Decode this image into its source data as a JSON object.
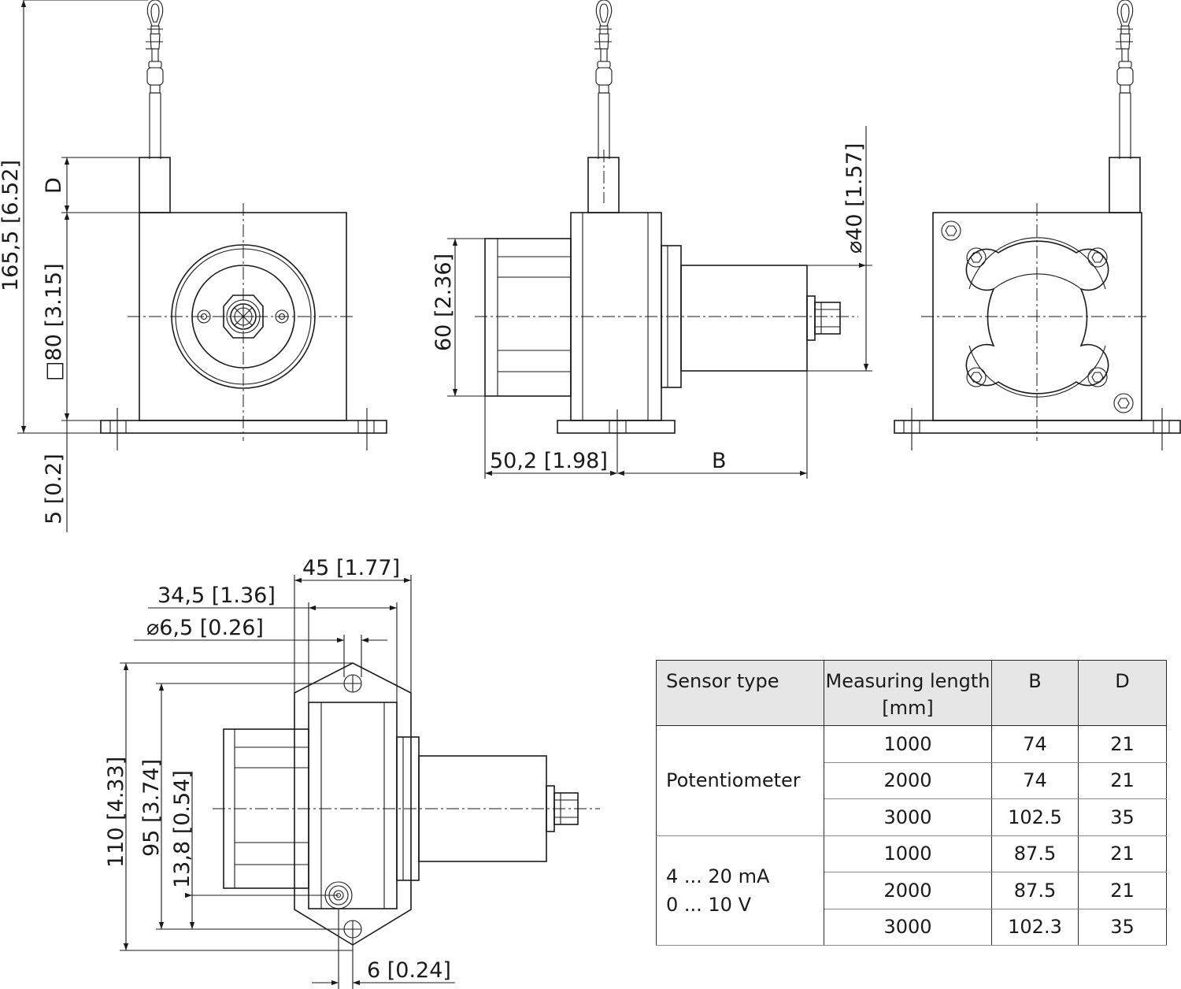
{
  "dimensions": {
    "front": {
      "total_height": "165,5 [6.52]",
      "d": "D",
      "square": "□80 [3.15]",
      "base": "5 [0.2]"
    },
    "side": {
      "height": "60 [2.36]",
      "diameter": "⌀40 [1.57]",
      "offset": "50,2 [1.98]",
      "b": "B"
    },
    "top": {
      "width_45": "45 [1.77]",
      "width_34": "34,5 [1.36]",
      "hole": "⌀6,5 [0.26]",
      "h110": "110 [4.33]",
      "h95": "95 [3.74]",
      "h13": "13,8 [0.54]",
      "w6": "6 [0.24]"
    }
  },
  "table": {
    "headers": {
      "sensor_type": "Sensor type",
      "measuring_length_1": "Measuring length",
      "measuring_length_2": "[mm]",
      "b": "B",
      "d": "D"
    },
    "groups": [
      {
        "type_lines": [
          "Potentiometer"
        ],
        "rows": [
          {
            "length": "1000",
            "b": "74",
            "d": "21"
          },
          {
            "length": "2000",
            "b": "74",
            "d": "21"
          },
          {
            "length": "3000",
            "b": "102.5",
            "d": "35"
          }
        ]
      },
      {
        "type_lines": [
          "4 ... 20 mA",
          "0 ... 10 V"
        ],
        "rows": [
          {
            "length": "1000",
            "b": "87.5",
            "d": "21"
          },
          {
            "length": "2000",
            "b": "87.5",
            "d": "21"
          },
          {
            "length": "3000",
            "b": "102.3",
            "d": "35"
          }
        ]
      }
    ]
  }
}
